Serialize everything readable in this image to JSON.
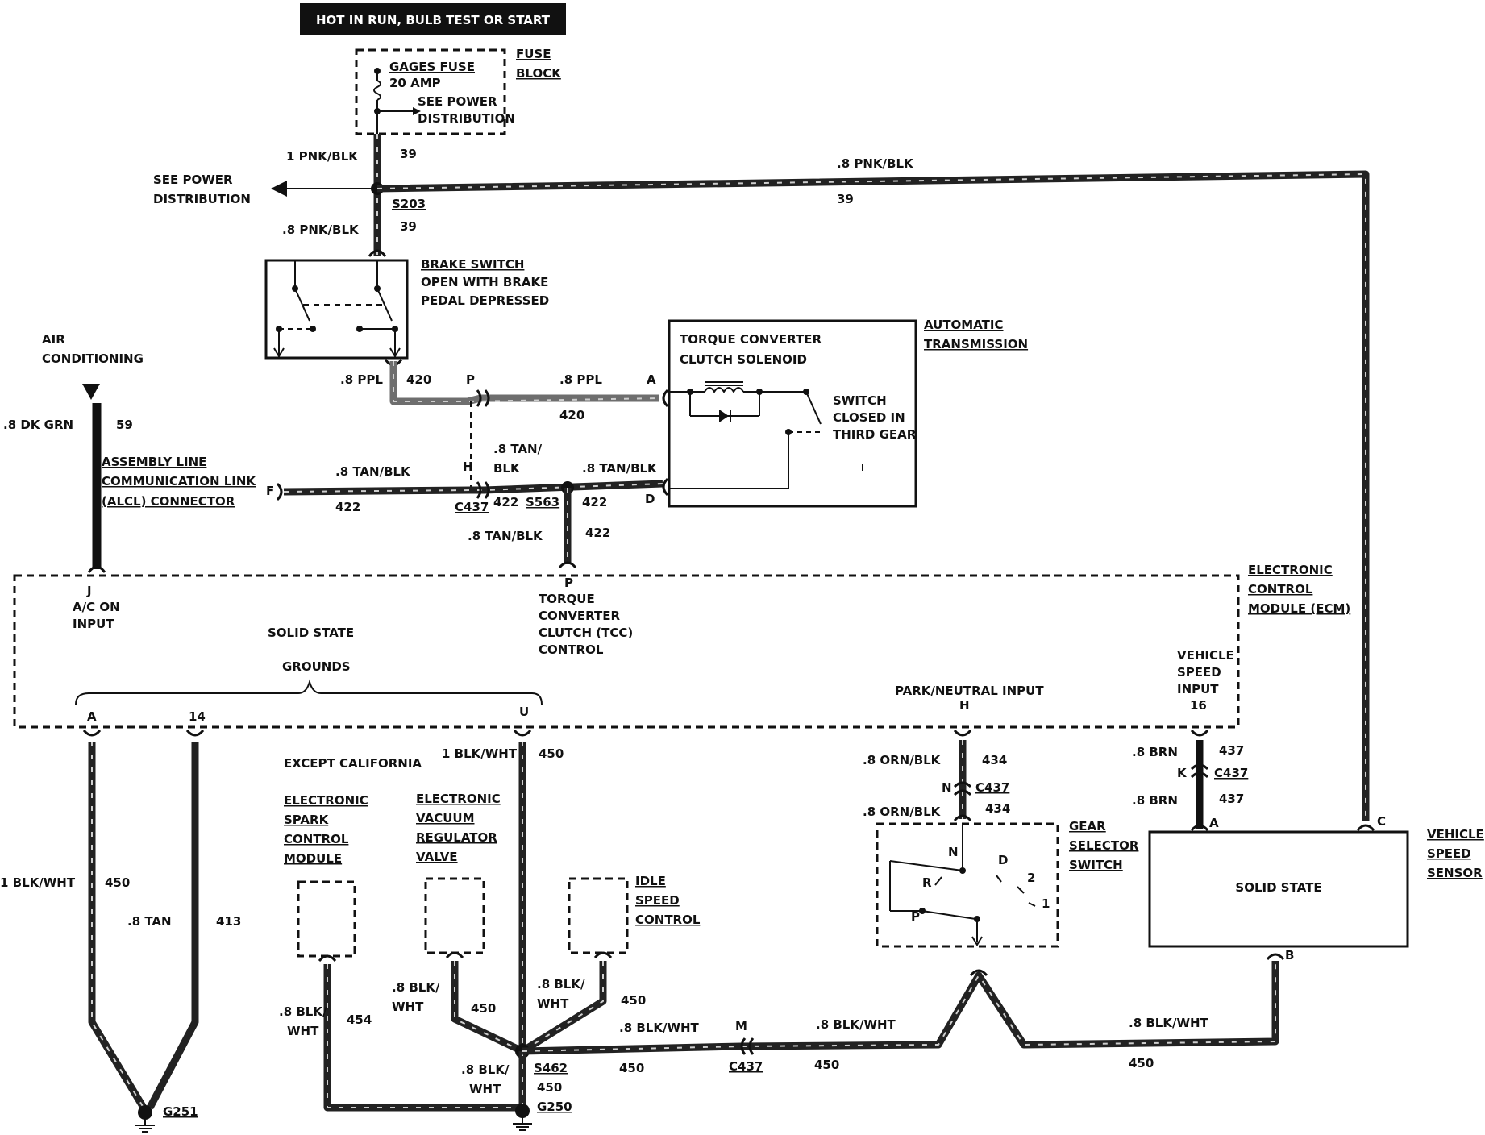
{
  "header": {
    "power_banner": "HOT IN RUN, BULB TEST OR START"
  },
  "fuse_block": {
    "title_line1": "FUSE",
    "title_line2": "BLOCK",
    "fuse_name": "GAGES FUSE",
    "fuse_rating": "20 AMP",
    "power_note_line1": "SEE POWER",
    "power_note_line2": "DISTRIBUTION"
  },
  "power_distribution": {
    "line1": "SEE POWER",
    "line2": "DISTRIBUTION"
  },
  "brake_switch": {
    "name": "BRAKE SWITCH",
    "desc_line1": "OPEN WITH BRAKE",
    "desc_line2": "PEDAL DEPRESSED"
  },
  "transmission": {
    "title_line1": "AUTOMATIC",
    "title_line2": "TRANSMISSION",
    "solenoid_line1": "TORQUE CONVERTER",
    "solenoid_line2": "CLUTCH SOLENOID",
    "switch_line1": "SWITCH",
    "switch_line2": "CLOSED IN",
    "switch_line3": "THIRD GEAR"
  },
  "air_conditioning": {
    "line1": "AIR",
    "line2": "CONDITIONING"
  },
  "alcl": {
    "line1": "ASSEMBLY LINE",
    "line2": "COMMUNICATION LINK",
    "line3": "(ALCL) CONNECTOR"
  },
  "ecm": {
    "title_line1": "ELECTRONIC",
    "title_line2": "CONTROL",
    "title_line3": "MODULE (ECM)",
    "solid_state": "SOLID STATE",
    "grounds": "GROUNDS",
    "ac_input_line1": "A/C ON",
    "ac_input_line2": "INPUT",
    "tcc_line1": "TORQUE",
    "tcc_line2": "CONVERTER",
    "tcc_line3": "CLUTCH (TCC)",
    "tcc_line4": "CONTROL",
    "pn_input": "PARK/NEUTRAL INPUT",
    "vss_line1": "VEHICLE",
    "vss_line2": "SPEED",
    "vss_line3": "INPUT"
  },
  "components": {
    "except_california": "EXCEPT CALIFORNIA",
    "esc_line1": "ELECTRONIC",
    "esc_line2": "SPARK",
    "esc_line3": "CONTROL",
    "esc_line4": "MODULE",
    "evrv_line1": "ELECTRONIC",
    "evrv_line2": "VACUUM",
    "evrv_line3": "REGULATOR",
    "evrv_line4": "VALVE",
    "isc_line1": "IDLE",
    "isc_line2": "SPEED",
    "isc_line3": "CONTROL",
    "gear_sel_line1": "GEAR",
    "gear_sel_line2": "SELECTOR",
    "gear_sel_line3": "SWITCH",
    "vss_solid_state": "SOLID STATE",
    "vss_title_line1": "VEHICLE",
    "vss_title_line2": "SPEED",
    "vss_title_line3": "SENSOR"
  },
  "gear_positions": {
    "n": "N",
    "d": "D",
    "r": "R",
    "p": "P",
    "two": "2",
    "one": "1"
  },
  "pins": {
    "P": "P",
    "A": "A",
    "H": "H",
    "F": "F",
    "D": "D",
    "J": "J",
    "ecm_A": "A",
    "ecm_14": "14",
    "ecm_U": "U",
    "ecm_H": "H",
    "ecm_16": "16",
    "N": "N",
    "K": "K",
    "vss_A": "A",
    "vss_C": "C",
    "vss_B": "B",
    "M": "M"
  },
  "splices": {
    "S203": "S203",
    "S563": "S563",
    "S462": "S462",
    "C437": "C437",
    "G251": "G251",
    "G250": "G250"
  },
  "wires": {
    "pnkblk_1": "1 PNK/BLK",
    "pnkblk_08": ".8 PNK/BLK",
    "ppl_08": ".8 PPL",
    "dkgrn_08": ".8 DK GRN",
    "tanblk_08": ".8 TAN/BLK",
    "tan_line1": ".8 TAN/",
    "tan_line2": "BLK",
    "blkwht_1": "1 BLK/WHT",
    "tan_08": ".8 TAN",
    "ornblk_08": ".8 ORN/BLK",
    "brn_08": ".8 BRN",
    "blkwht_08": ".8 BLK/WHT",
    "blk_line1": ".8 BLK/",
    "wht_line2": "WHT",
    "c39": "39",
    "c420": "420",
    "c59": "59",
    "c422": "422",
    "c450": "450",
    "c413": "413",
    "c454": "454",
    "c434": "434",
    "c437": "437"
  }
}
